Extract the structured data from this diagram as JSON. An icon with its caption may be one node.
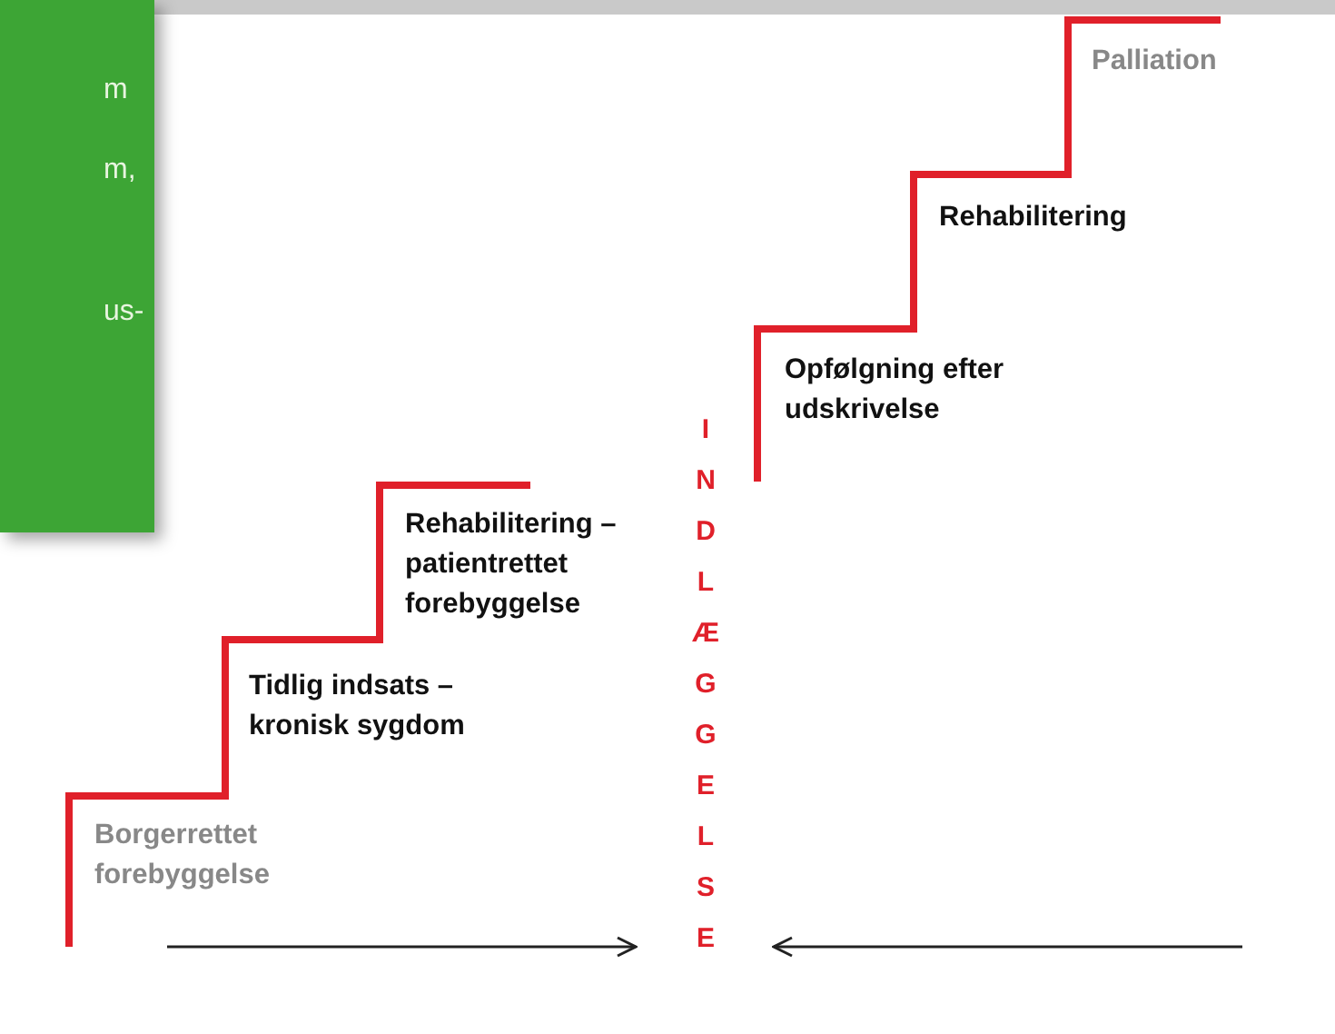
{
  "diagram": {
    "nodes": [
      {
        "text": [
          "m m,",
          "us-"
        ]
      },
      {
        "text": [
          "INDLÆGGELSE"
        ]
      }
    ],
    "edges": [
      {
        "from": null,
        "to": 1,
        "arrow": "to"
      },
      {
        "from": null,
        "to": 1,
        "arrow": "to"
      }
    ],
    "labels": [
      "Palliation",
      "Rehabilitering",
      "Opfølgning efter udskrivelse",
      "Rehabilitering – patientrettet forebyggelse",
      "Tidlig indsats – kronisk sygdom",
      "Borgerrettet forebyggelse"
    ]
  }
}
